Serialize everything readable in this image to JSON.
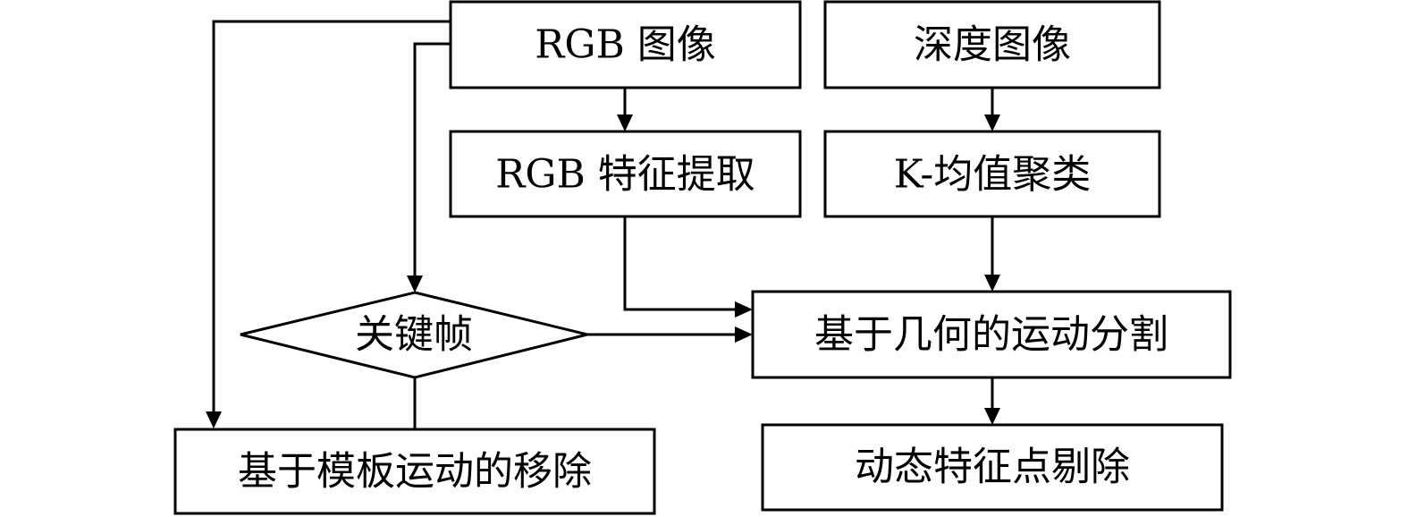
{
  "diagram": {
    "type": "flowchart",
    "nodes": {
      "rgb_image": {
        "label": "RGB 图像",
        "shape": "rectangle"
      },
      "depth_image": {
        "label": "深度图像",
        "shape": "rectangle"
      },
      "rgb_feature_extraction": {
        "label": "RGB 特征提取",
        "shape": "rectangle"
      },
      "kmeans_clustering": {
        "label": "K-均值聚类",
        "shape": "rectangle"
      },
      "keyframe": {
        "label": "关键帧",
        "shape": "diamond"
      },
      "geometric_motion_segmentation": {
        "label": "基于几何的运动分割",
        "shape": "rectangle"
      },
      "template_motion_removal": {
        "label": "基于模板运动的移除",
        "shape": "rectangle"
      },
      "dynamic_feature_removal": {
        "label": "动态特征点剔除",
        "shape": "rectangle"
      }
    },
    "edges": [
      {
        "from": "rgb_image",
        "to": "rgb_feature_extraction",
        "arrow": true
      },
      {
        "from": "depth_image",
        "to": "kmeans_clustering",
        "arrow": true
      },
      {
        "from": "rgb_image",
        "to": "keyframe",
        "arrow": true
      },
      {
        "from": "rgb_image",
        "to": "template_motion_removal",
        "arrow": true
      },
      {
        "from": "rgb_feature_extraction",
        "to": "geometric_motion_segmentation",
        "arrow": true
      },
      {
        "from": "kmeans_clustering",
        "to": "geometric_motion_segmentation",
        "arrow": true
      },
      {
        "from": "keyframe",
        "to": "geometric_motion_segmentation",
        "arrow": true
      },
      {
        "from": "keyframe",
        "to": "template_motion_removal",
        "arrow": false
      },
      {
        "from": "geometric_motion_segmentation",
        "to": "dynamic_feature_removal",
        "arrow": true
      }
    ],
    "colors": {
      "stroke": "#000000",
      "fill": "#ffffff",
      "text": "#000000"
    }
  }
}
